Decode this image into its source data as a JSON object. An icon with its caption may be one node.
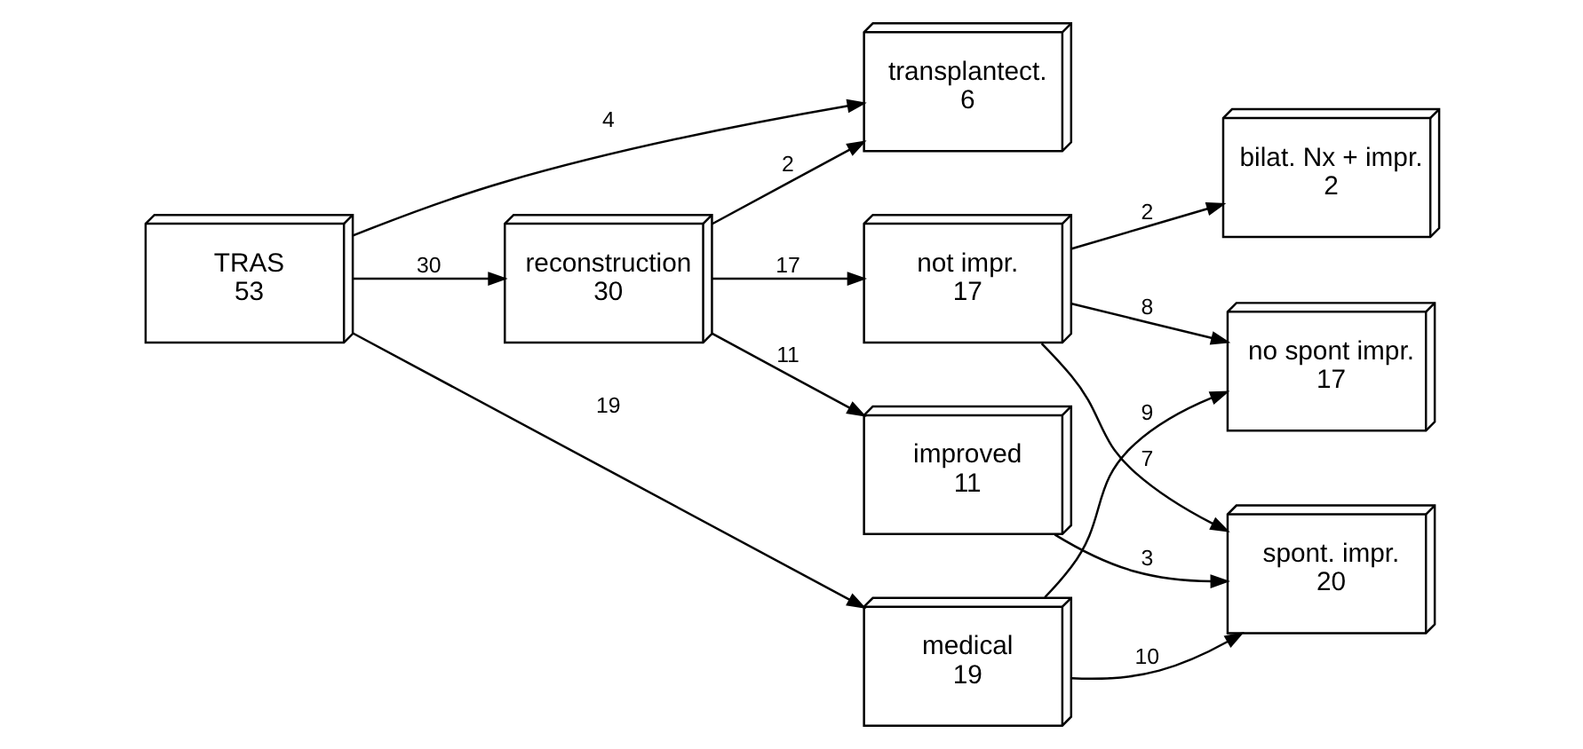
{
  "diagram": {
    "nodes": [
      {
        "text": [
          "TRAS",
          "53"
        ]
      },
      {
        "text": [
          "transplantect.",
          "6"
        ]
      },
      {
        "text": [
          "reconstruction",
          "30"
        ]
      },
      {
        "text": [
          "medical",
          "19"
        ]
      },
      {
        "text": [
          "no spont impr.",
          "17"
        ]
      },
      {
        "text": [
          "not impr.",
          "17"
        ]
      },
      {
        "text": [
          "spont. impr.",
          "20"
        ]
      },
      {
        "text": [
          "improved",
          "11"
        ]
      },
      {
        "text": [
          "bilat. Nx + impr.",
          "2"
        ]
      }
    ],
    "edges": [
      {
        "from": 0,
        "to": 1,
        "arrow": "to",
        "label": "4"
      },
      {
        "from": 0,
        "to": 3,
        "arrow": "to",
        "label": "19"
      },
      {
        "from": 0,
        "to": 2,
        "arrow": "to",
        "label": "30"
      },
      {
        "from": 2,
        "to": 1,
        "arrow": "to",
        "label": "2"
      },
      {
        "from": 3,
        "to": 4,
        "arrow": "to",
        "label": "9"
      },
      {
        "from": 2,
        "to": 5,
        "arrow": "to",
        "label": "17"
      },
      {
        "from": 5,
        "to": 4,
        "arrow": "to",
        "label": "8"
      },
      {
        "from": 3,
        "to": 6,
        "arrow": "to",
        "label": "10"
      },
      {
        "from": 5,
        "to": 6,
        "arrow": "to",
        "label": "7"
      },
      {
        "from": 2,
        "to": 7,
        "arrow": "to",
        "label": "11"
      },
      {
        "from": 5,
        "to": 8,
        "arrow": "to",
        "label": "2"
      },
      {
        "from": 7,
        "to": 6,
        "arrow": "to",
        "label": "3"
      }
    ]
  }
}
